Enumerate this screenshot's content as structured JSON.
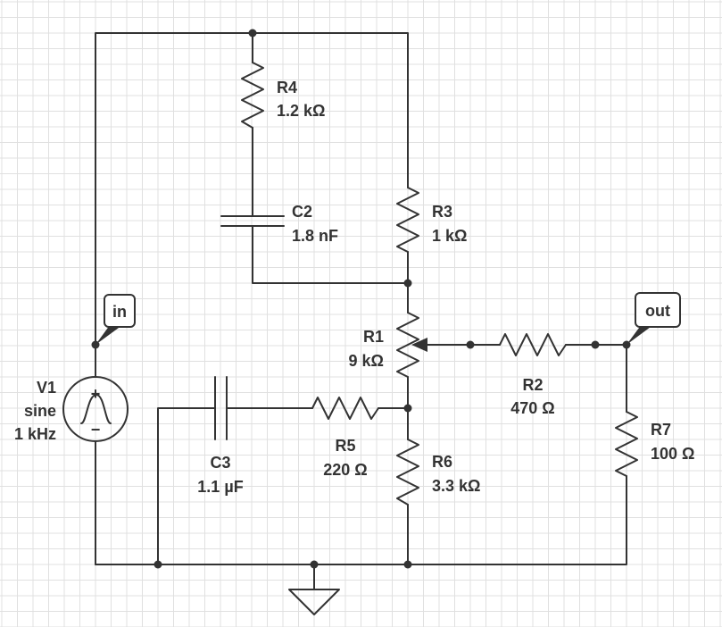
{
  "components": {
    "r1": {
      "name": "R1",
      "value": "9 kΩ"
    },
    "r2": {
      "name": "R2",
      "value": "470 Ω"
    },
    "r3": {
      "name": "R3",
      "value": "1 kΩ"
    },
    "r4": {
      "name": "R4",
      "value": "1.2 kΩ"
    },
    "r5": {
      "name": "R5",
      "value": "220 Ω"
    },
    "r6": {
      "name": "R6",
      "value": "3.3 kΩ"
    },
    "r7": {
      "name": "R7",
      "value": "100 Ω"
    },
    "c2": {
      "name": "C2",
      "value": "1.8 nF"
    },
    "c3": {
      "name": "C3",
      "value": "1.1 µF"
    },
    "v1": {
      "name": "V1",
      "type": "sine",
      "frequency": "1 kHz"
    }
  },
  "ports": {
    "input": "in",
    "output": "out"
  },
  "source_symbol": {
    "plus": "+",
    "minus": "−"
  },
  "colors": {
    "wire": "#333333",
    "grid": "#e0e0e0",
    "background": "#ffffff"
  }
}
